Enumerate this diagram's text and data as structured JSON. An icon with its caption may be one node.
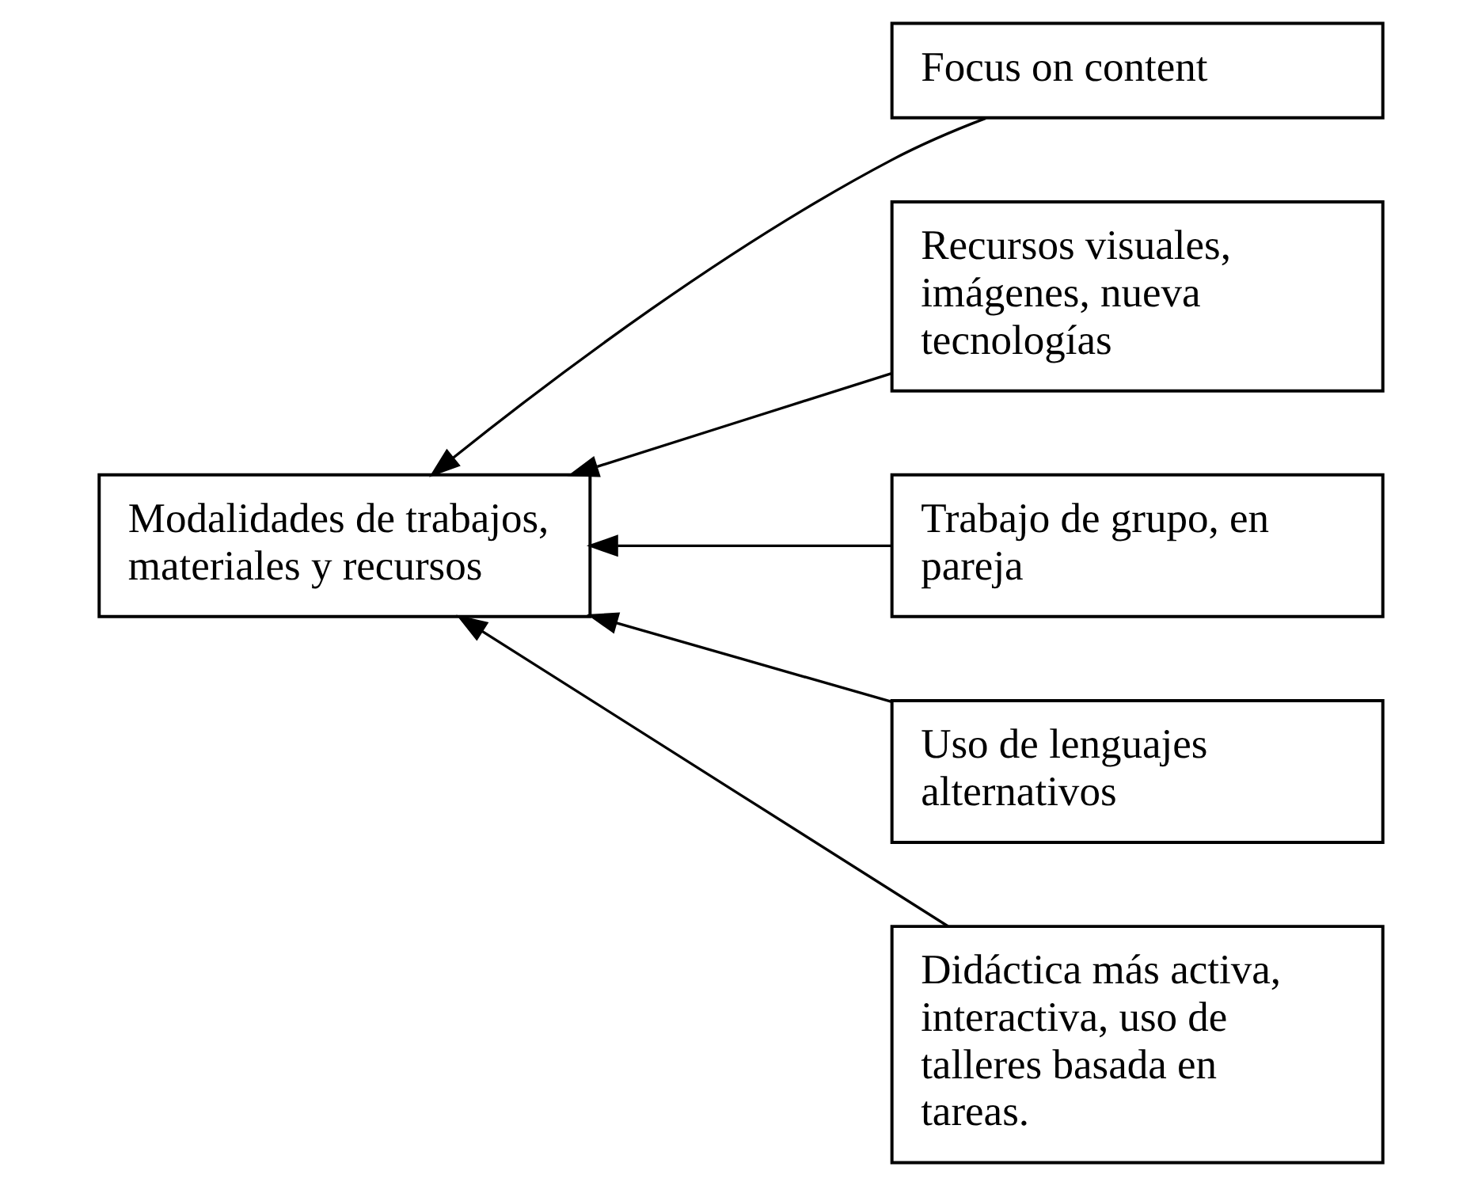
{
  "diagram": {
    "nodes": [
      {
        "text": [
          "Modalidades de trabajos, materiales y recursos"
        ]
      },
      {
        "text": [
          "Focus on content"
        ]
      },
      {
        "text": [
          "Recursos visuales, imágenes, nueva tecnologías"
        ]
      },
      {
        "text": [
          "Trabajo de grupo, en pareja"
        ]
      },
      {
        "text": [
          "Uso de lenguajes alternativos"
        ]
      },
      {
        "text": [
          "Didáctica más activa, interactiva, uso de talleres basada en tareas."
        ]
      }
    ],
    "edges": [
      {
        "from": 1,
        "to": 0,
        "arrow": "to"
      },
      {
        "from": 2,
        "to": 0,
        "arrow": "to"
      },
      {
        "from": 3,
        "to": 0,
        "arrow": "to"
      },
      {
        "from": 4,
        "to": 0,
        "arrow": "to"
      },
      {
        "from": 5,
        "to": 0,
        "arrow": "to"
      }
    ]
  }
}
